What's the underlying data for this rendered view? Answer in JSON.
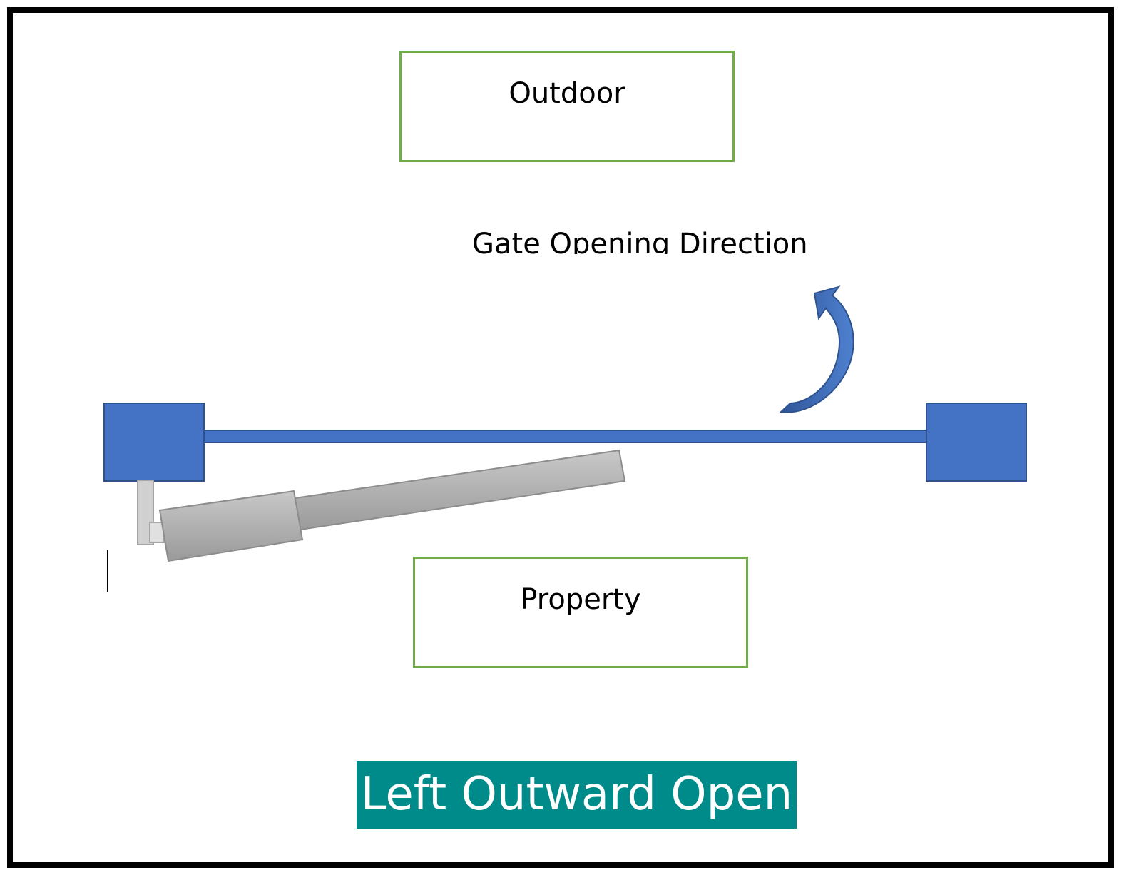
{
  "diagram": {
    "outdoor_label": "Outdoor",
    "property_label": "Property",
    "direction_label": "Gate Opening Direction",
    "mode_label": "Left Outward Open",
    "colors": {
      "frame": "#000000",
      "zone_border": "#70ad47",
      "pillar": "#4472c4",
      "pillar_border": "#2f528f",
      "gate": "#4472c4",
      "arrow": "#4472c4",
      "actuator": "#a6a6a6",
      "banner": "#008b8b",
      "banner_text": "#ffffff"
    },
    "icons": [
      "curved-arrow-icon",
      "gate-actuator-icon"
    ]
  }
}
